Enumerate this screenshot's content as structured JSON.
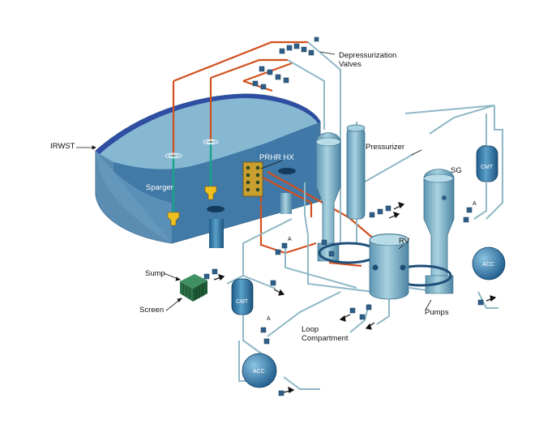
{
  "labels": {
    "depressurization": "Depressurization",
    "valves": "Valves",
    "irwst": "IRWST",
    "pressurizer": "Pressurizer",
    "prhr_hx": "PRHR HX",
    "sparger": "Sparger",
    "sg": "SG",
    "rv": "RV",
    "sump": "Sump",
    "screen": "Screen",
    "pumps": "Pumps",
    "loop": "Loop",
    "compartment": "Compartment",
    "cmt_left": "CMT",
    "cmt_right": "CMT",
    "acc_left": "ACC",
    "acc_right": "ACC",
    "valve_a_1": "A",
    "valve_a_2": "A",
    "valve_a_3": "A"
  },
  "colors": {
    "pool_water": "#7fb0cc",
    "tank_wall": "#3a6fa0",
    "vessel": "#6ea9c4",
    "pipe": "#8fb8c6",
    "hot_pipe": "#d2501f",
    "sparger_pipe": "#1aa48a",
    "valve": "#2f5f8a",
    "exchanger": "#c9a030"
  }
}
